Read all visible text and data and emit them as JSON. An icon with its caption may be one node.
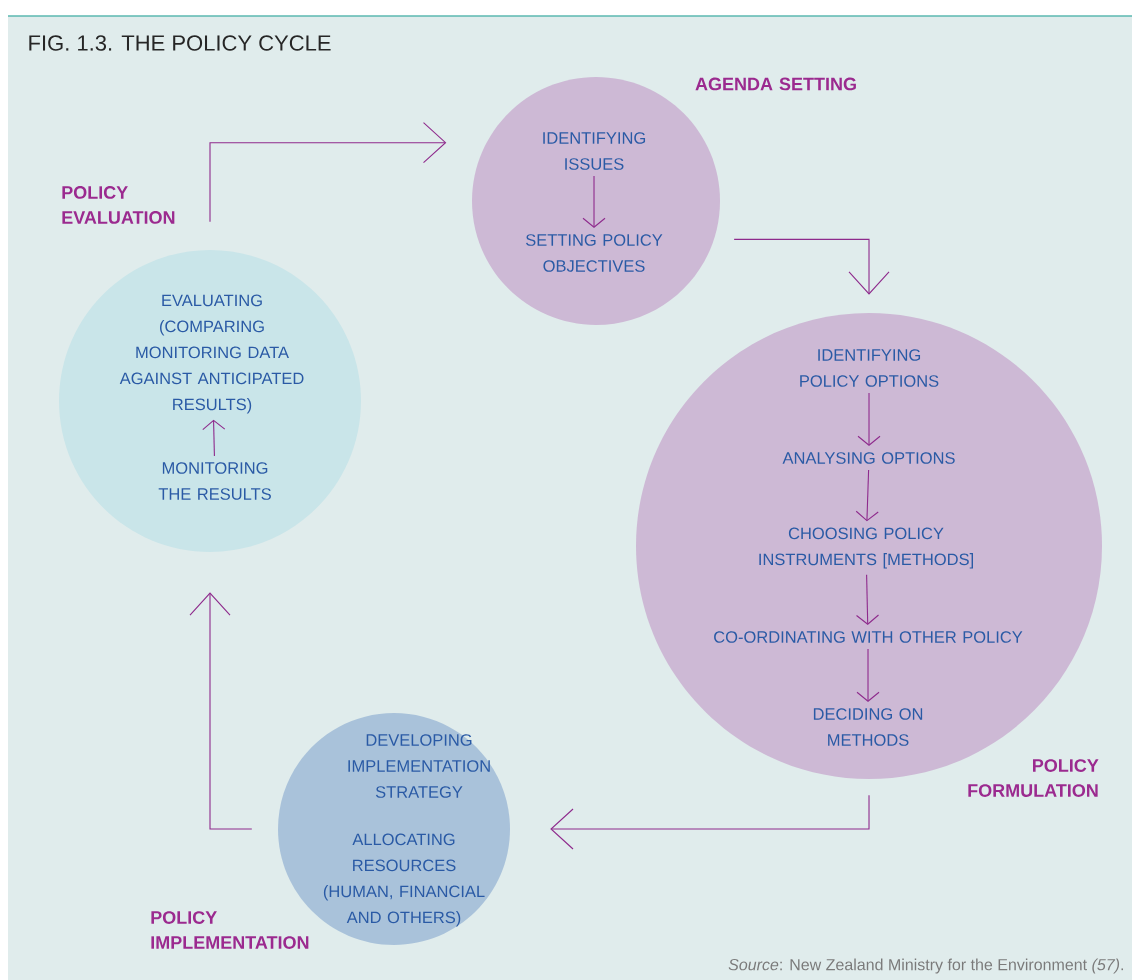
{
  "diagram": {
    "title": "FIG. 1.3. THE POLICY CYCLE",
    "caption": "*Source*: New Zealand Ministry for the Environment *(57)*.",
    "nodes": [
      {
        "text": [
          "AGENDA SETTING"
        ]
      },
      {
        "text": [
          "IDENTIFYING ISSUES"
        ],
        "in": 0
      },
      {
        "text": [
          "SETTING POLICY OBJECTIVES"
        ],
        "in": 0
      },
      {
        "text": [
          "POLICY FORMULATION"
        ]
      },
      {
        "text": [
          "IDENTIFYING POLICY OPTIONS"
        ],
        "in": 3
      },
      {
        "text": [
          "ANALYSING OPTIONS"
        ],
        "in": 3
      },
      {
        "text": [
          "CHOOSING POLICY INSTRUMENTS [METHODS]"
        ],
        "in": 3
      },
      {
        "text": [
          "CO-ORDINATING WITH OTHER POLICY"
        ],
        "in": 3
      },
      {
        "text": [
          "DECIDING ON METHODS"
        ],
        "in": 3
      },
      {
        "text": [
          "POLICY IMPLEMENTATION"
        ]
      },
      {
        "text": [
          "DEVELOPING IMPLEMENTATION STRATEGY"
        ],
        "in": 9
      },
      {
        "text": [
          "ALLOCATING RESOURCES (HUMAN, FINANCIAL AND OTHERS)"
        ],
        "in": 9
      },
      {
        "text": [
          "POLICY EVALUATION"
        ]
      },
      {
        "text": [
          "MONITORING THE RESULTS"
        ],
        "in": 12
      },
      {
        "text": [
          "EVALUATING (COMPARING MONITORING DATA AGAINST ANTICIPATED RESULTS)"
        ],
        "in": 12
      }
    ],
    "edges": [
      {
        "from": 12,
        "to": 0,
        "arrow": "to"
      },
      {
        "from": 1,
        "to": 2,
        "arrow": "to"
      },
      {
        "from": 0,
        "to": 3,
        "arrow": "to"
      },
      {
        "from": 4,
        "to": 5,
        "arrow": "to"
      },
      {
        "from": 5,
        "to": 6,
        "arrow": "to"
      },
      {
        "from": 6,
        "to": 7,
        "arrow": "to"
      },
      {
        "from": 7,
        "to": 8,
        "arrow": "to"
      },
      {
        "from": 3,
        "to": 9,
        "arrow": "to"
      },
      {
        "from": 9,
        "to": 12,
        "arrow": "to"
      },
      {
        "from": 13,
        "to": 14,
        "arrow": "to"
      }
    ]
  }
}
